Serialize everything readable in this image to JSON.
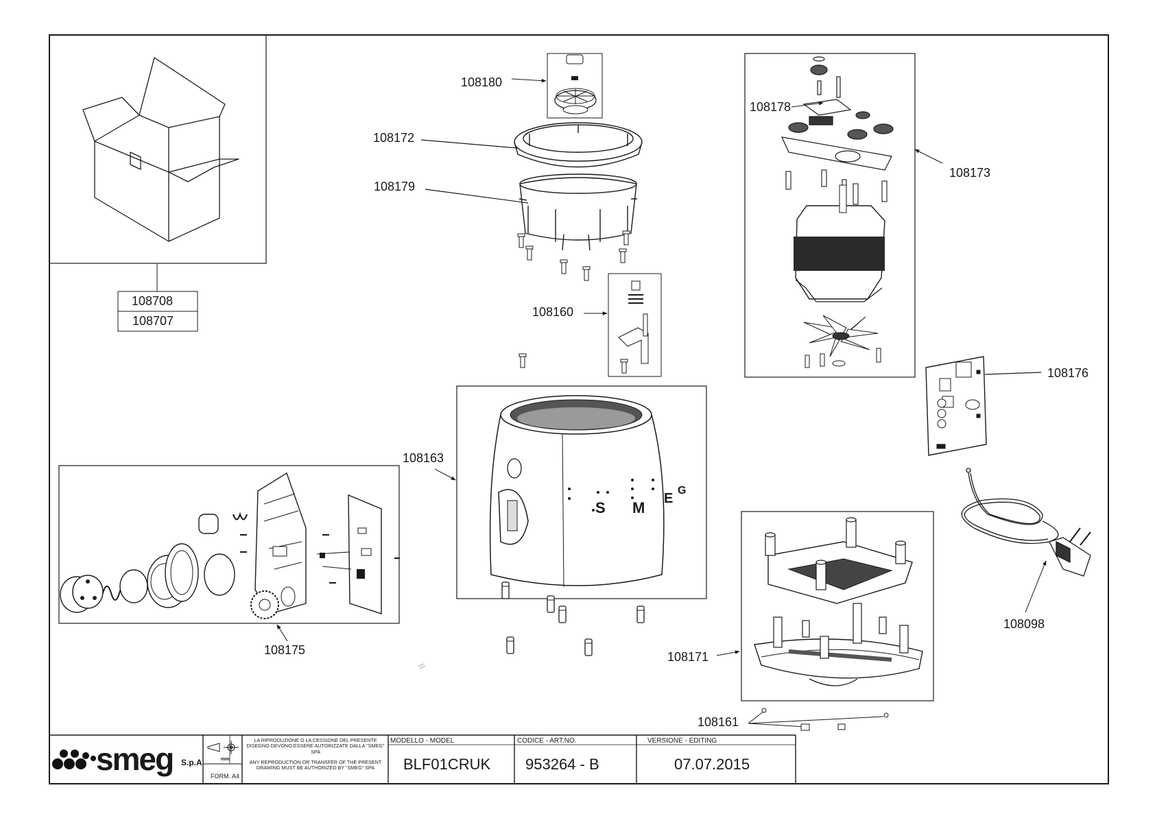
{
  "part_labels": {
    "p108708": "108708",
    "p108707": "108707",
    "p108180": "108180",
    "p108172": "108172",
    "p108179": "108179",
    "p108160": "108160",
    "p108163": "108163",
    "p108175": "108175",
    "p108178": "108178",
    "p108173": "108173",
    "p108176": "108176",
    "p108098": "108098",
    "p108171": "108171",
    "p108161": "108161"
  },
  "product_lettering": [
    "S",
    "M",
    "E",
    "G"
  ],
  "title_block": {
    "logo_text": "smeg",
    "logo_suffix": "S.p.A",
    "scale_unit": "mm",
    "format": "FORM. A4",
    "notice_it": "LA RIPRODUZIONE O LA CESSIONE DEL PRESENTE DISEGNO DEVONO ESSERE AUTORIZZATE DALLA \"SMEG\" SPA",
    "notice_en": "ANY REPRODUCTION OR TRANSFER OF THE PRESENT DRAWING MUST BE AUTHORIZED BY \"SMEG\" SPA",
    "model_header": "MODELLO - MODEL",
    "model_value": "BLF01CRUK",
    "code_header": "CODICE - ART.NO.",
    "code_value": "953264 - B",
    "version_header": "VERSIONE - EDITING",
    "version_value": "07.07.2015"
  },
  "colors": {
    "line": "#1a1a1a",
    "dark_part": "#2a2a2a",
    "mid_gray": "#6e6e6e",
    "light_gray": "#cfcfcf"
  }
}
